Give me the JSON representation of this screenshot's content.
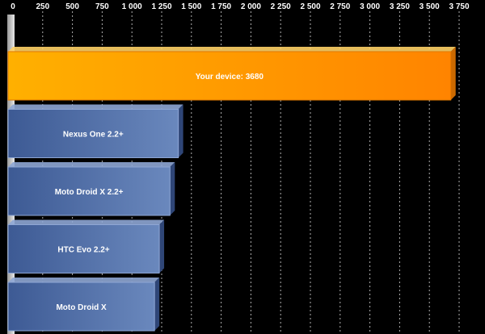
{
  "chart_data": {
    "type": "bar",
    "orientation": "horizontal",
    "title": "",
    "xlabel": "",
    "ylabel": "",
    "xlim": [
      0,
      3750
    ],
    "tick_step": 250,
    "tick_labels": [
      "0",
      "250",
      "500",
      "750",
      "1 000",
      "1 250",
      "1 500",
      "1 750",
      "2 000",
      "2 250",
      "2 500",
      "2 750",
      "3 000",
      "3 250",
      "3 500",
      "3 750"
    ],
    "grid": true,
    "bars": [
      {
        "label": "Your device: 3680",
        "value": 3680,
        "color": "#ff8c00",
        "highlight": true
      },
      {
        "label": "Nexus One 2.2+",
        "value": 1390,
        "color": "#4a68a0",
        "highlight": false
      },
      {
        "label": "Moto Droid X 2.2+",
        "value": 1320,
        "color": "#4a68a0",
        "highlight": false
      },
      {
        "label": "HTC Evo 2.2+",
        "value": 1230,
        "color": "#4a68a0",
        "highlight": false
      },
      {
        "label": "Moto Droid X",
        "value": 1190,
        "color": "#4a68a0",
        "highlight": false
      }
    ]
  }
}
